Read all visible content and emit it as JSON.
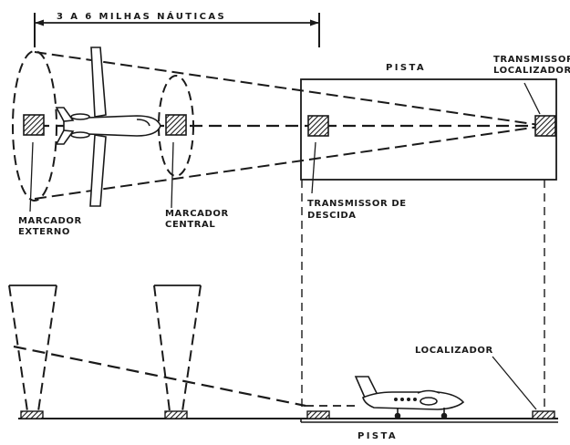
{
  "labels": {
    "distance": "3 A 6  MILHAS  NÁUTICAS",
    "runway_top": "PISTA",
    "runway_bottom": "PISTA",
    "localizer_tx_line1": "TRANSMISSOR",
    "localizer_tx_line2": "LOCALIZADOR",
    "glideslope_tx_line1": "TRANSMISSOR  DE",
    "glideslope_tx_line2": "DESCIDA",
    "outer_marker_line1": "MARCADOR",
    "outer_marker_line2": "EXTERNO",
    "middle_marker_line1": "MARCADOR",
    "middle_marker_line2": "CENTRAL",
    "localizer": "LOCALIZADOR"
  },
  "colors": {
    "ink": "#1a1a1a",
    "background": "#ffffff"
  }
}
